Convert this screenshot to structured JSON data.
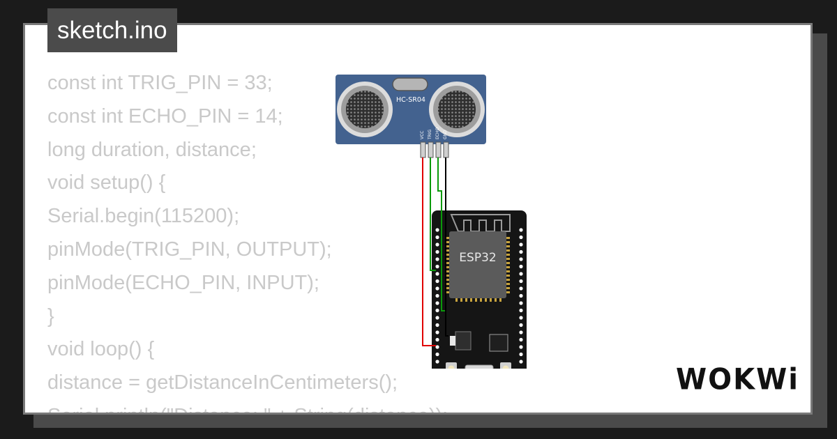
{
  "file_label": "sketch.ino",
  "code_lines": [
    "const int TRIG_PIN = 33;",
    "const int ECHO_PIN = 14;",
    "long duration, distance;",
    "void setup() {",
    "Serial.begin(115200);",
    "pinMode(TRIG_PIN, OUTPUT);",
    "pinMode(ECHO_PIN, INPUT);",
    "}",
    "void loop() {",
    "distance = getDistanceInCentimeters();",
    "Serial.println(\"Distance: \" + String(distance));"
  ],
  "sensor": {
    "label": "HC-SR04",
    "pins": [
      "VCC",
      "TRIG",
      "ECHO",
      "GND"
    ],
    "color": "#43628f"
  },
  "board": {
    "label": "ESP32",
    "color": "#151515"
  },
  "wires": {
    "vcc_color": "#e00000",
    "signal_color": "#0a9a0a",
    "gnd_color": "#000000"
  },
  "brand": "WOKWi"
}
